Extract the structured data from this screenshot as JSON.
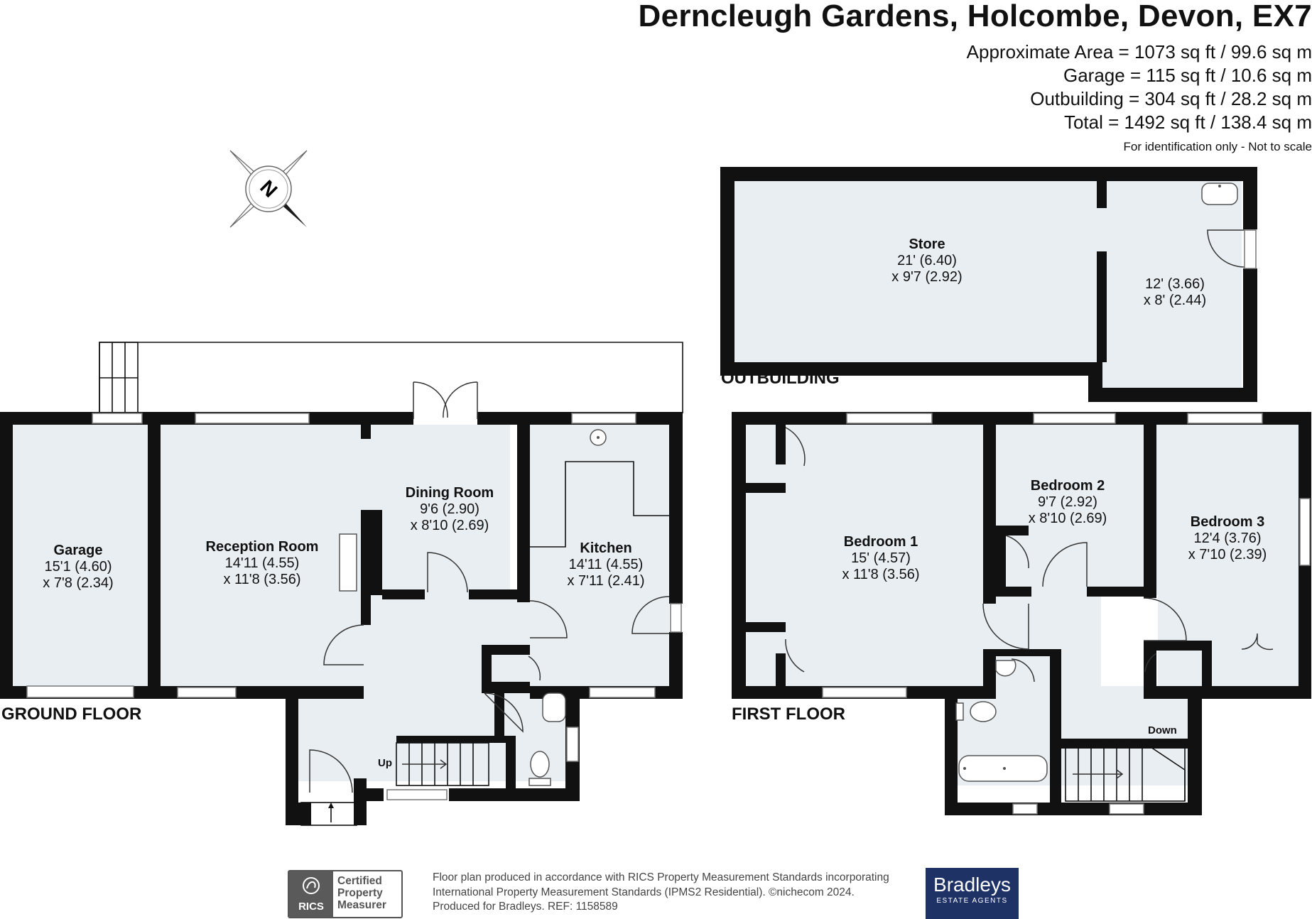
{
  "header": {
    "title": "Derncleugh Gardens, Holcombe, Devon, EX7",
    "approx_area": "Approximate Area = 1073 sq ft / 99.6 sq m",
    "garage_area": "Garage = 115 sq ft / 10.6 sq m",
    "outbuilding_area": "Outbuilding = 304 sq ft / 28.2 sq m",
    "total_area": "Total = 1492 sq ft / 138.4 sq m",
    "disclaimer": "For identification only - Not to scale"
  },
  "compass": {
    "letter": "N"
  },
  "floors": {
    "ground": "GROUND FLOOR",
    "first": "FIRST FLOOR",
    "outbuilding": "OUTBUILDING"
  },
  "rooms": {
    "garage": {
      "name": "Garage",
      "dim1": "15'1 (4.60)",
      "dim2": "x 7'8 (2.34)"
    },
    "reception": {
      "name": "Reception Room",
      "dim1": "14'11 (4.55)",
      "dim2": "x 11'8 (3.56)"
    },
    "dining": {
      "name": "Dining Room",
      "dim1": "9'6 (2.90)",
      "dim2": "x 8'10 (2.69)"
    },
    "kitchen": {
      "name": "Kitchen",
      "dim1": "14'11 (4.55)",
      "dim2": "x 7'11 (2.41)"
    },
    "store": {
      "name": "Store",
      "dim1": "21' (6.40)",
      "dim2": "x 9'7 (2.92)"
    },
    "store_side": {
      "dim1": "12' (3.66)",
      "dim2": "x 8' (2.44)"
    },
    "bedroom1": {
      "name": "Bedroom 1",
      "dim1": "15' (4.57)",
      "dim2": "x 11'8 (3.56)"
    },
    "bedroom2": {
      "name": "Bedroom 2",
      "dim1": "9'7 (2.92)",
      "dim2": "x 8'10 (2.69)"
    },
    "bedroom3": {
      "name": "Bedroom 3",
      "dim1": "12'4 (3.76)",
      "dim2": "x 7'10 (2.39)"
    }
  },
  "stairs": {
    "up": "Up",
    "down": "Down"
  },
  "footer": {
    "line1": "Floor plan produced in accordance with RICS Property Measurement Standards incorporating",
    "line2": "International Property Measurement Standards (IPMS2 Residential).   ©nichecom 2024.",
    "line3": "Produced for Bradleys.   REF:  1158589",
    "rics_label": "RICS",
    "rics_cert": [
      "Certified",
      "Property",
      "Measurer"
    ],
    "brand_name": "Bradleys",
    "brand_tag": "ESTATE AGENTS"
  },
  "colors": {
    "wall": "#111111",
    "floor_fill": "#e8eef2",
    "brand_bg": "#1f3266"
  }
}
